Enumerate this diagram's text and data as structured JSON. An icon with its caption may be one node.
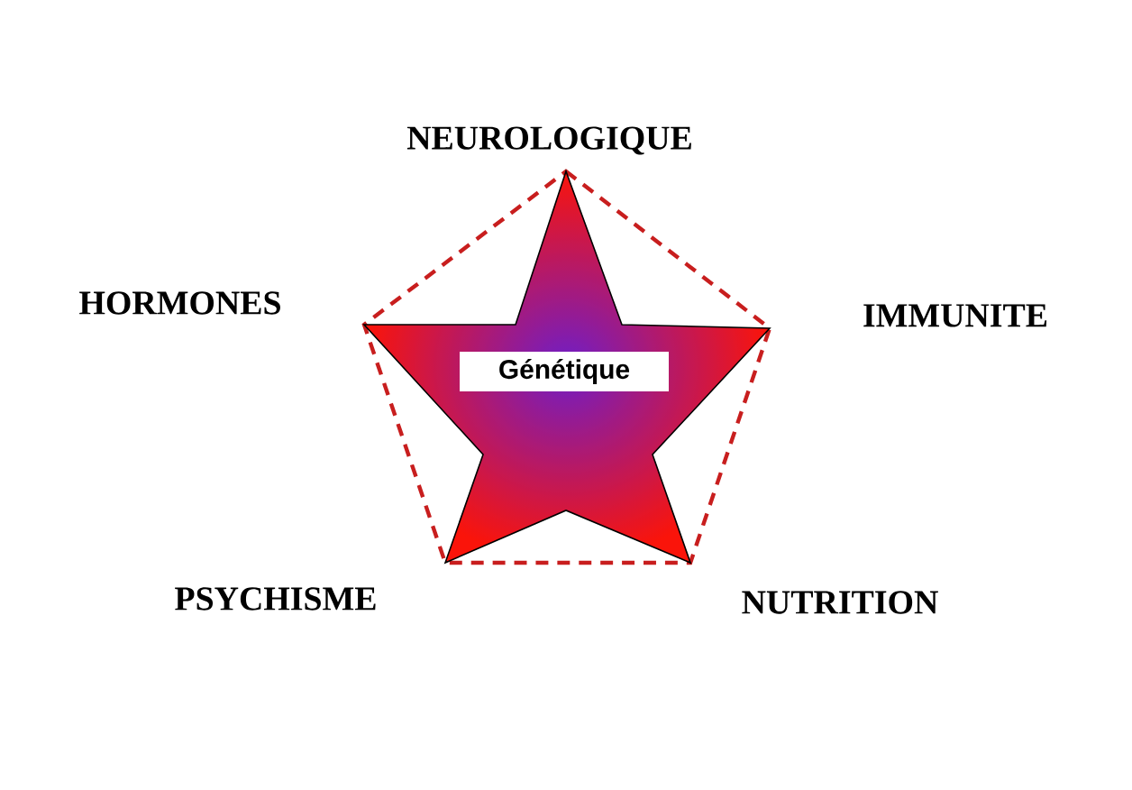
{
  "diagram": {
    "nodes": [
      {
        "text": [
          "Génétique"
        ]
      }
    ],
    "labels": [
      "NEUROLOGIQUE",
      "HORMONES",
      "IMMUNITE",
      "PSYCHISME",
      "NUTRITION"
    ]
  }
}
